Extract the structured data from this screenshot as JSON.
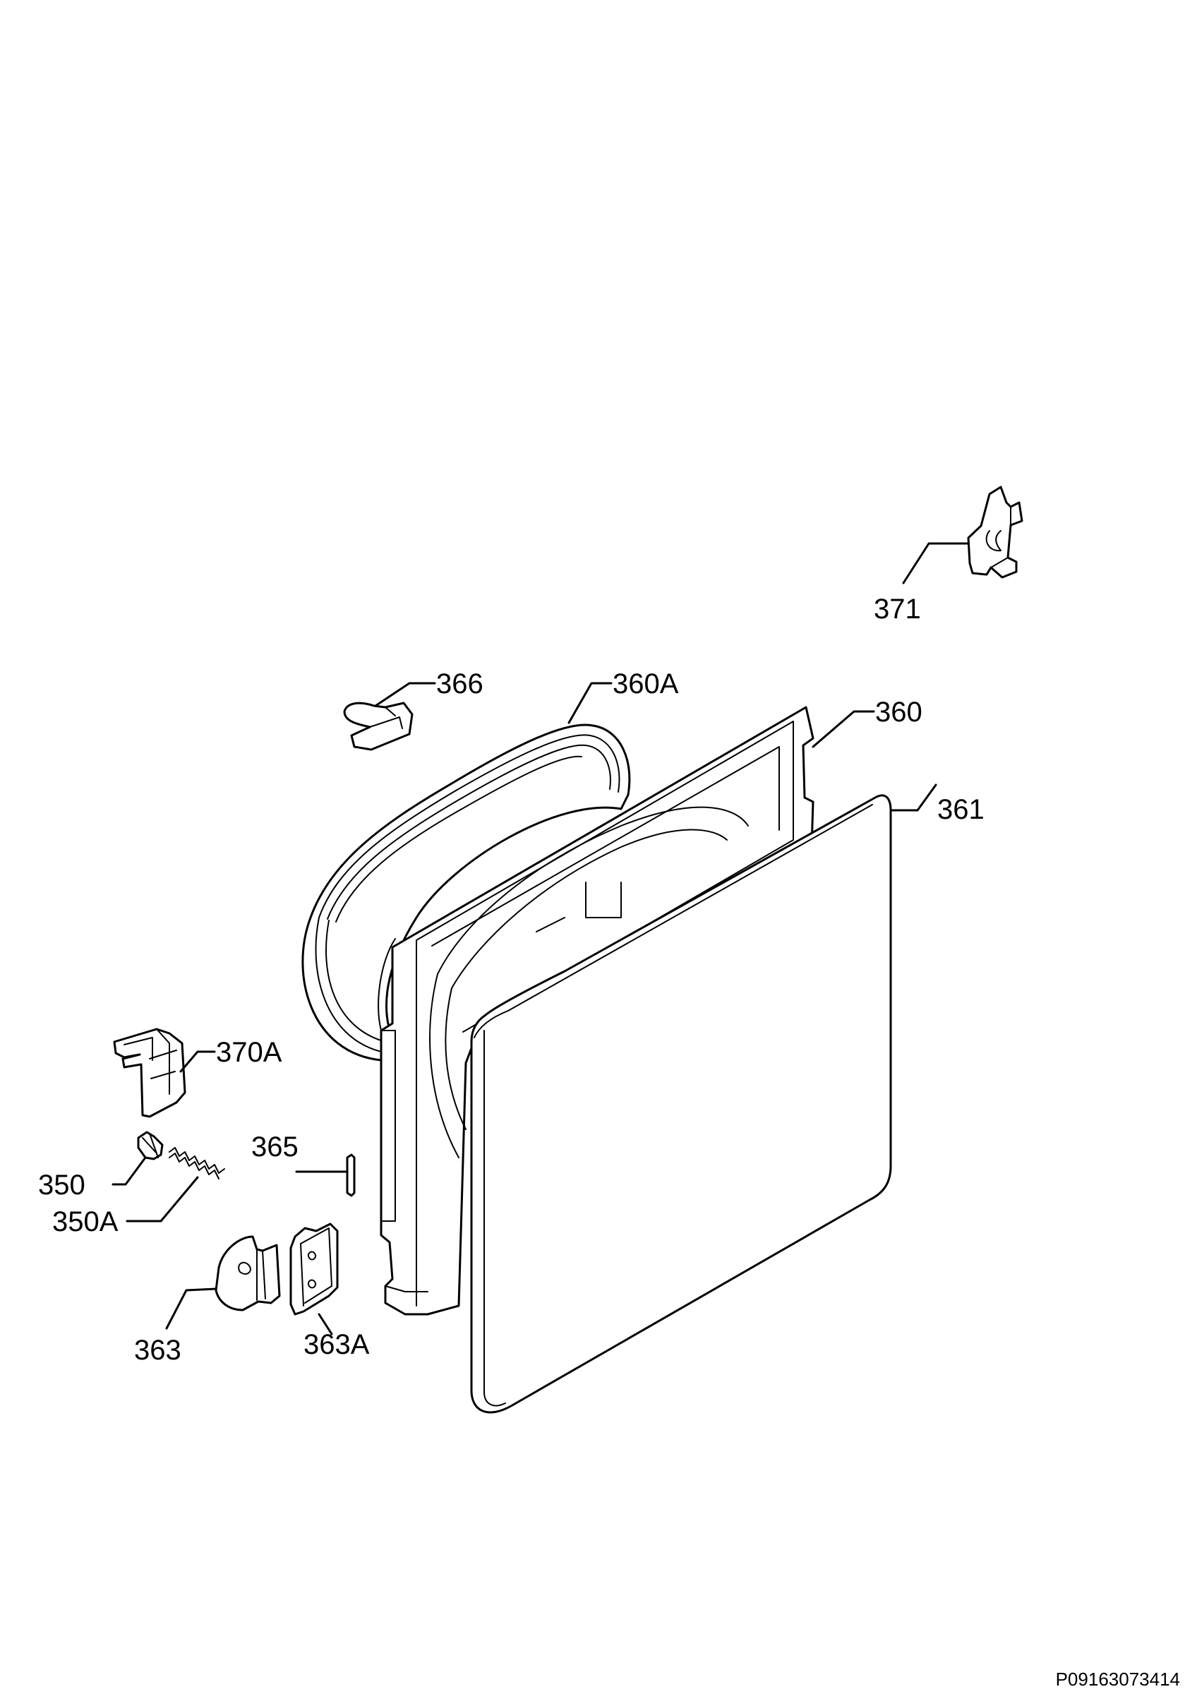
{
  "callouts": {
    "p371": "371",
    "p366": "366",
    "p360A": "360A",
    "p360": "360",
    "p361": "361",
    "p370A": "370A",
    "p365": "365",
    "p350": "350",
    "p350A": "350A",
    "p363": "363",
    "p363A": "363A"
  },
  "drawing_code": "P09163073414"
}
